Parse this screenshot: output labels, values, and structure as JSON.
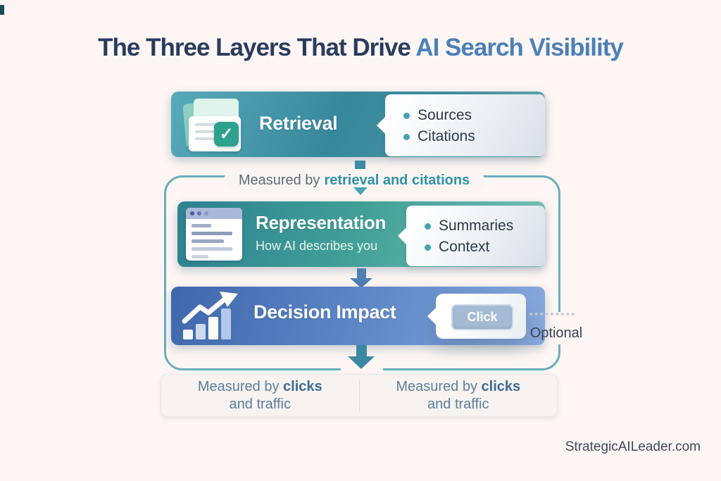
{
  "title": {
    "prefix": "The Three Layers That Drive",
    "highlight": "AI Search Visibility"
  },
  "layers": {
    "retrieval": {
      "label": "Retrieval",
      "icon": "documents-check-icon",
      "bullets": [
        "Sources",
        "Citations"
      ]
    },
    "representation": {
      "label": "Representation",
      "subtitle": "How AI describes you",
      "icon": "browser-window-icon",
      "bullets": [
        "Summaries",
        "Context"
      ]
    },
    "decision": {
      "label": "Decision Impact",
      "icon": "growth-chart-icon",
      "button_label": "Click",
      "note": "Optional"
    }
  },
  "flow": {
    "measured_by_prefix": "Measured by",
    "measured_by_highlight": "retrieval and citations",
    "check_glyph": "✓"
  },
  "footer": {
    "left": {
      "prefix": "Measured by",
      "bold": "clicks",
      "line2": "and traffic"
    },
    "right": {
      "prefix": "Measured by",
      "bold": "clicks",
      "line2": "and traffic"
    }
  },
  "watermark": "StrategicAILeader.com",
  "colors": {
    "background": "#fdf6f4",
    "title_dark": "#2a3c5e",
    "title_accent": "#4b80b8",
    "teal_accent": "#3093a6",
    "container_border": "#69aeb9",
    "retrieval_gradient": "#58abb9 → #37879c",
    "representation_gradient": "#2d8191 → #7cc3b9",
    "decision_gradient": "#3f67ab → #8aaadd",
    "bullet_dot": "#44a2b2",
    "click_button": "#a5bad4"
  }
}
